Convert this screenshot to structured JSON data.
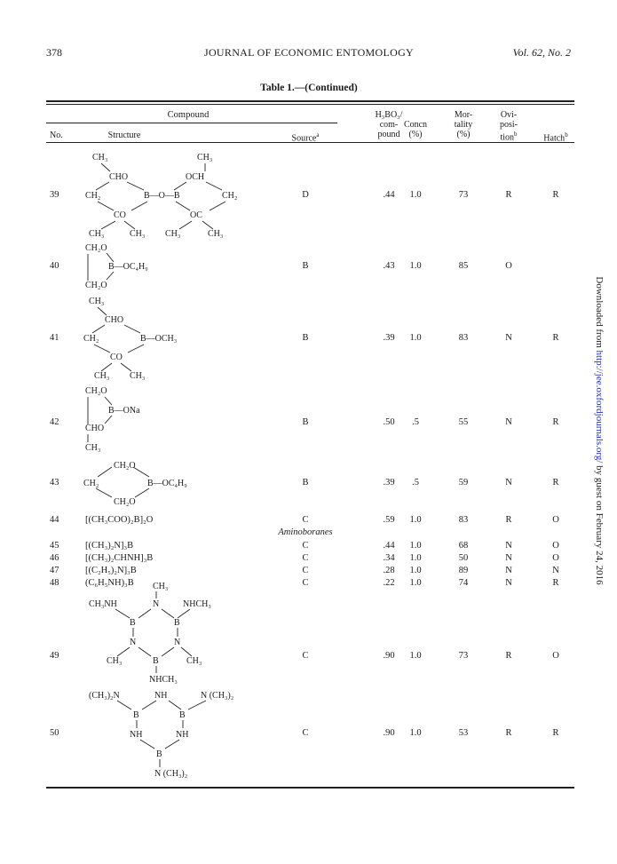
{
  "header": {
    "page_number": "378",
    "journal": "JOURNAL OF ECONOMIC ENTOMOLOGY",
    "volume": "Vol. 62, No. 2"
  },
  "table": {
    "title": "Table 1.—(Continued)",
    "col_group": "Compound",
    "columns": {
      "no": "No.",
      "structure": "Structure",
      "source": "Source",
      "ratio_l1": "H₃BO₃/",
      "ratio_l2": "com-",
      "ratio_l3": "pound",
      "concn_l1": "Concn",
      "concn_l2": "(%)",
      "mort_l1": "Mor-",
      "mort_l2": "tality",
      "mort_l3": "(%)",
      "ovi_l1": "Ovi-",
      "ovi_l2": "posi-",
      "ovi_l3": "tion",
      "hatch": "Hatch",
      "sup_a": "a",
      "sup_b": "b"
    },
    "section_aminoboranes": "Aminoboranes",
    "rows": [
      {
        "no": "39",
        "formula": "",
        "source": "D",
        "ratio": ".44",
        "concn": "1.0",
        "mortality": "73",
        "oviposition": "R",
        "hatch": "R"
      },
      {
        "no": "40",
        "formula": "",
        "source": "B",
        "ratio": ".43",
        "concn": "1.0",
        "mortality": "85",
        "oviposition": "O",
        "hatch": ""
      },
      {
        "no": "41",
        "formula": "",
        "source": "B",
        "ratio": ".39",
        "concn": "1.0",
        "mortality": "83",
        "oviposition": "N",
        "hatch": "R"
      },
      {
        "no": "42",
        "formula": "",
        "source": "B",
        "ratio": ".50",
        "concn": ".5",
        "mortality": "55",
        "oviposition": "N",
        "hatch": "R"
      },
      {
        "no": "43",
        "formula": "",
        "source": "B",
        "ratio": ".39",
        "concn": ".5",
        "mortality": "59",
        "oviposition": "N",
        "hatch": "R"
      },
      {
        "no": "44",
        "formula": "[(CH₃COO)₂B]₂O",
        "source": "C",
        "ratio": ".59",
        "concn": "1.0",
        "mortality": "83",
        "oviposition": "R",
        "hatch": "O"
      },
      {
        "no": "45",
        "formula": "[(CH₃)₂N]₃B",
        "source": "C",
        "ratio": ".44",
        "concn": "1.0",
        "mortality": "68",
        "oviposition": "N",
        "hatch": "O"
      },
      {
        "no": "46",
        "formula": "[(CH₃)₂CHNH]₃B",
        "source": "C",
        "ratio": ".34",
        "concn": "1.0",
        "mortality": "50",
        "oviposition": "N",
        "hatch": "O"
      },
      {
        "no": "47",
        "formula": "[(C₂H₅)₂N]₃B",
        "source": "C",
        "ratio": ".28",
        "concn": "1.0",
        "mortality": "89",
        "oviposition": "N",
        "hatch": "N"
      },
      {
        "no": "48",
        "formula": "(C₆H₅NH)₃B",
        "source": "C",
        "ratio": ".22",
        "concn": "1.0",
        "mortality": "74",
        "oviposition": "N",
        "hatch": "R"
      },
      {
        "no": "49",
        "formula": "",
        "source": "C",
        "ratio": ".90",
        "concn": "1.0",
        "mortality": "73",
        "oviposition": "R",
        "hatch": "O"
      },
      {
        "no": "50",
        "formula": "",
        "source": "C",
        "ratio": ".90",
        "concn": "1.0",
        "mortality": "53",
        "oviposition": "R",
        "hatch": "R"
      }
    ]
  },
  "structures": {
    "ch3": "CH₃",
    "ch2": "CH₂",
    "cho": "CHO",
    "och": "OCH",
    "co": "CO",
    "oc": "OC",
    "b": "B",
    "n": "N",
    "nh": "NH",
    "boron_link": "B—O—B",
    "ch2o": "CH₂O",
    "b_oc4h9": "B—OC₄H₉",
    "b_och3": "B—OCH₃",
    "b_ona": "B—ONa",
    "ch3nh": "CH₃NH",
    "nhch3": "NHCH₃",
    "me2n": "(CH₃)₂N",
    "n_me2": "N (CH₃)₂"
  },
  "sidebar": {
    "prefix": "Downloaded from ",
    "link": "http://jee.oxfordjournals.org/",
    "suffix": " by guest on February 24, 2016"
  }
}
